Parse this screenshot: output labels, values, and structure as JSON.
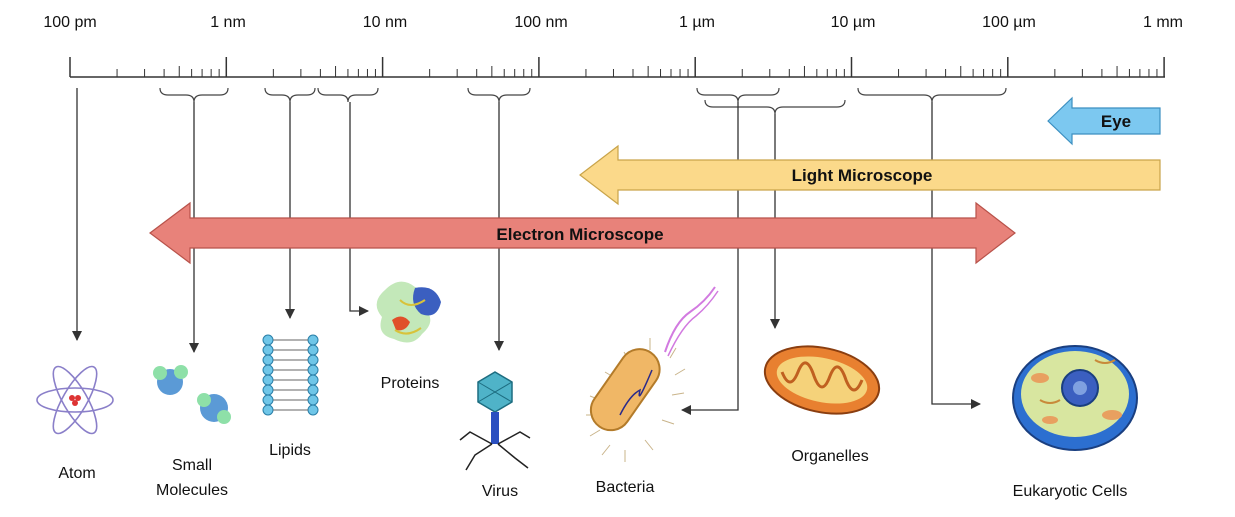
{
  "scale": {
    "labels": [
      "100 pm",
      "1 nm",
      "10 nm",
      "100 nm",
      "1 µm",
      "10 µm",
      "100 µm",
      "1 mm"
    ]
  },
  "ranges": {
    "eye": "Eye",
    "light_microscope": "Light Microscope",
    "electron_microscope": "Electron Microscope"
  },
  "items": {
    "atom": "Atom",
    "small_molecules_line1": "Small",
    "small_molecules_line2": "Molecules",
    "lipids": "Lipids",
    "proteins": "Proteins",
    "virus": "Virus",
    "bacteria": "Bacteria",
    "organelles": "Organelles",
    "eukaryotic_cells": "Eukaryotic Cells"
  },
  "colors": {
    "eye_fill": "#7cc8f0",
    "light_fill": "#fbd98a",
    "electron_fill": "#e8827a",
    "axis": "#333333"
  }
}
